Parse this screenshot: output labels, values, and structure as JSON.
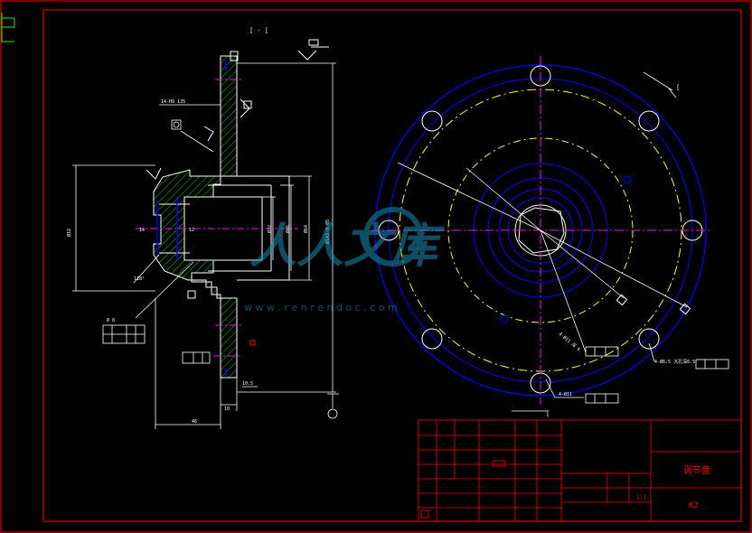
{
  "drawing": {
    "section_label": "[ - [",
    "cut_mark_top": "[",
    "cut_mark_bottom": "[",
    "title_name": "调节盘",
    "scale": "1:1",
    "drawing_no": "K2",
    "watermark_brand": "人人文库",
    "watermark_url": "w w w . r e n r e n d o c . c o m"
  },
  "dimensions": {
    "d1": "14-H9 135",
    "d2": "Ø12",
    "d3": "14",
    "d4": "12",
    "d5": "118°",
    "d6": "Ø32",
    "d7": "Ø46",
    "d8": "Ø64",
    "d9": "Ø143-0.05",
    "d10": "46",
    "d11": "10",
    "d12": "10.5",
    "holes_a": "4-Ø11",
    "holes_b": "4-Ø11 深 6",
    "holes_c": "4-Ø6.5 沉孔深6.5",
    "note": "Ø 8"
  },
  "colors": {
    "frame": "#ff0000",
    "outline": "#ffffff",
    "hatch": "#00ff00",
    "blue": "#0000ff",
    "center": "#ff00ff",
    "yellow": "#ffff00",
    "cyan": "#00ffff"
  }
}
